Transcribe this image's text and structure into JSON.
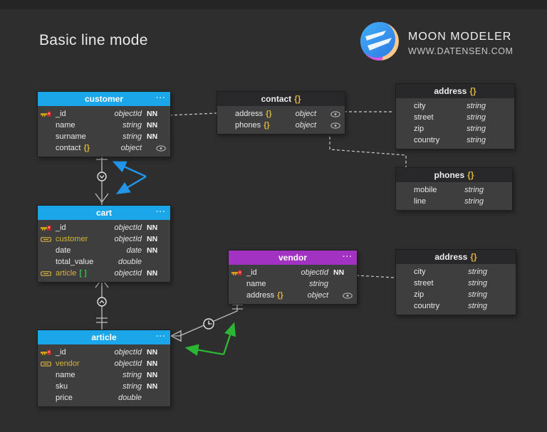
{
  "header": {
    "title": "Basic line mode",
    "brand_name": "MOON MODELER",
    "brand_site": "WWW.DATENSEN.COM"
  },
  "icons": {
    "menu_dots": "···"
  },
  "colors": {
    "background": "#2e2e2e",
    "table_body": "#3e3e3e",
    "collection_header_blue": "#1ba6ea",
    "collection_header_purple": "#a233c2",
    "embedded_header_dark": "#28282a",
    "accent_yellow": "#d9b33c",
    "accent_green": "#3fba54",
    "highlight_arrow_blue": "#2196e8",
    "highlight_arrow_green": "#2db535"
  },
  "tables": {
    "customer": {
      "title": "customer",
      "fields": [
        {
          "name": "_id",
          "type": "objectId",
          "nn": "NN"
        },
        {
          "name": "name",
          "type": "string",
          "nn": "NN"
        },
        {
          "name": "surname",
          "type": "string",
          "nn": "NN"
        },
        {
          "name": "contact",
          "badge": "{}",
          "type": "object"
        }
      ]
    },
    "contact": {
      "title": "contact",
      "badge": "{}",
      "fields": [
        {
          "name": "address",
          "badge": "{}",
          "type": "object"
        },
        {
          "name": "phones",
          "badge": "{}",
          "type": "object"
        }
      ]
    },
    "address_top": {
      "title": "address",
      "badge": "{}",
      "fields": [
        {
          "name": "city",
          "type": "string"
        },
        {
          "name": "street",
          "type": "string"
        },
        {
          "name": "zip",
          "type": "string"
        },
        {
          "name": "country",
          "type": "string"
        }
      ]
    },
    "phones": {
      "title": "phones",
      "badge": "{}",
      "fields": [
        {
          "name": "mobile",
          "type": "string"
        },
        {
          "name": "line",
          "type": "string"
        }
      ]
    },
    "cart": {
      "title": "cart",
      "fields": [
        {
          "name": "_id",
          "type": "objectId",
          "nn": "NN"
        },
        {
          "name": "customer",
          "type": "objectId",
          "nn": "NN"
        },
        {
          "name": "date",
          "type": "date",
          "nn": "NN"
        },
        {
          "name": "total_value",
          "type": "double"
        },
        {
          "name": "article",
          "badge": "[ ]",
          "type": "objectId",
          "nn": "NN"
        }
      ]
    },
    "vendor": {
      "title": "vendor",
      "fields": [
        {
          "name": "_id",
          "type": "objectId",
          "nn": "NN"
        },
        {
          "name": "name",
          "type": "string"
        },
        {
          "name": "address",
          "badge": "{}",
          "type": "object"
        }
      ]
    },
    "address_bottom": {
      "title": "address",
      "badge": "{}",
      "fields": [
        {
          "name": "city",
          "type": "string"
        },
        {
          "name": "street",
          "type": "string"
        },
        {
          "name": "zip",
          "type": "string"
        },
        {
          "name": "country",
          "type": "string"
        }
      ]
    },
    "article": {
      "title": "article",
      "fields": [
        {
          "name": "_id",
          "type": "objectId",
          "nn": "NN"
        },
        {
          "name": "vendor",
          "type": "objectId",
          "nn": "NN"
        },
        {
          "name": "name",
          "type": "string",
          "nn": "NN"
        },
        {
          "name": "sku",
          "type": "string",
          "nn": "NN"
        },
        {
          "name": "price",
          "type": "double"
        }
      ]
    }
  },
  "relationships": [
    {
      "from": "customer.contact",
      "to": "contact",
      "line": "dashed"
    },
    {
      "from": "contact.address",
      "to": "address",
      "line": "dashed"
    },
    {
      "from": "contact.phones",
      "to": "phones",
      "line": "dashed"
    },
    {
      "from": "customer",
      "to": "cart",
      "line": "solid"
    },
    {
      "from": "cart",
      "to": "article",
      "line": "solid"
    },
    {
      "from": "vendor",
      "to": "article",
      "line": "solid"
    },
    {
      "from": "vendor.address",
      "to": "address",
      "line": "dashed"
    }
  ]
}
